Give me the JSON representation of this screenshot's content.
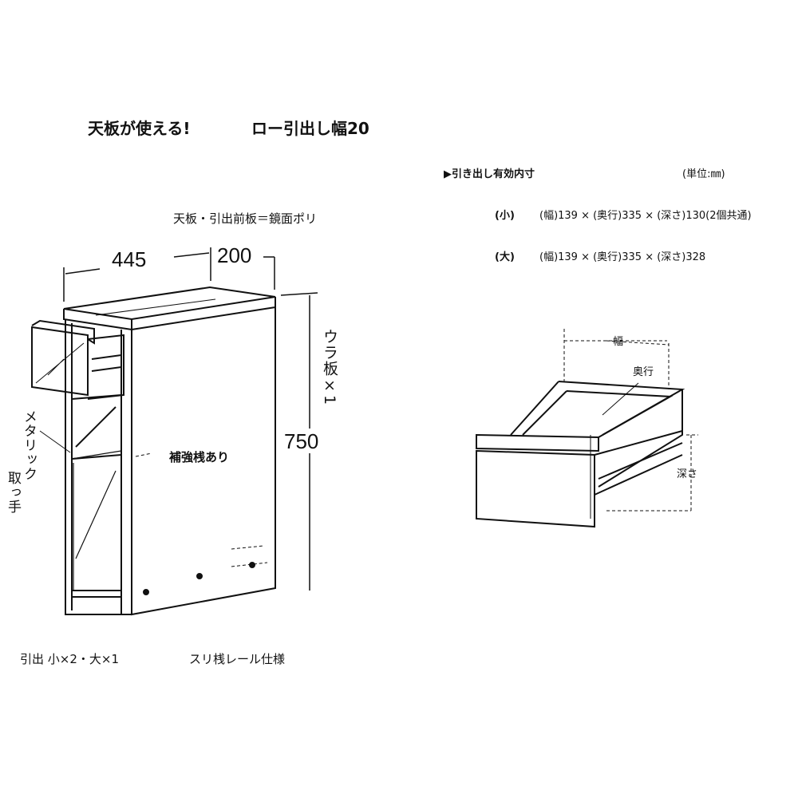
{
  "title": {
    "main": "天板が使える!",
    "sub": "ロー引出し幅20"
  },
  "cabinet": {
    "material_note": "天板・引出前板＝鏡面ポリ",
    "depth": "445",
    "width": "200",
    "height": "750",
    "back_panel": "ウラ板×1",
    "reinforcement": "補強桟あり",
    "handle_line1": "メタリック",
    "handle_line2": "取っ手",
    "drawers": "引出 小×2・大×1",
    "rail": "スリ桟レール仕様"
  },
  "inner_dims": {
    "heading": "▶引き出し有効内寸",
    "unit": "(単位:㎜)",
    "rows": [
      {
        "size": "(小)",
        "spec": "(幅)139 × (奥行)335 × (深さ)130(2個共通)"
      },
      {
        "size": "(大)",
        "spec": "(幅)139 × (奥行)335 × (深さ)328"
      }
    ],
    "labels": {
      "width": "幅",
      "depth": "奥行",
      "height": "深さ"
    }
  }
}
